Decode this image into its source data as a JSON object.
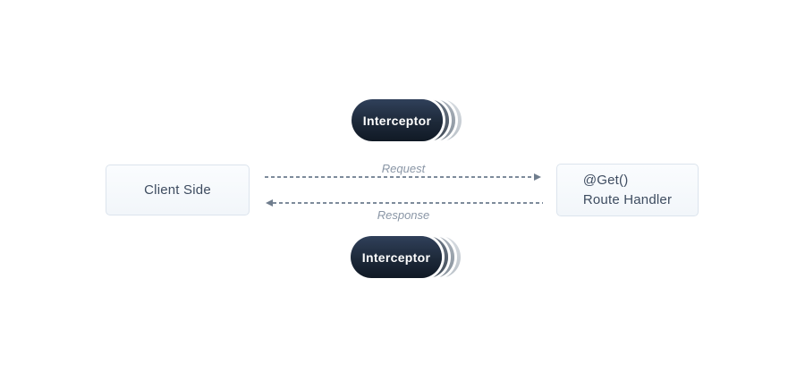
{
  "diagram": {
    "client_box": {
      "label": "Client Side"
    },
    "handler_box": {
      "decorator": "@Get()",
      "label": "Route Handler"
    },
    "interceptor_top": {
      "label": "Interceptor"
    },
    "interceptor_bottom": {
      "label": "Interceptor"
    },
    "request_flow": {
      "label": "Request",
      "direction": "right"
    },
    "response_flow": {
      "label": "Response",
      "direction": "left"
    },
    "colors": {
      "background": "#ffffff",
      "pill_fill": "#1d2939",
      "pill_text": "#ffffff",
      "pill_layer_dark": "#5a6572",
      "pill_layer_mid": "#9aa3ad",
      "pill_layer_light": "#cdd3d9",
      "box_fill": "#f6f9fc",
      "box_border": "#dce4ed",
      "box_text": "#3e4c60",
      "arrow": "#7e8b9b",
      "flow_label_text": "#8a96a6"
    }
  }
}
